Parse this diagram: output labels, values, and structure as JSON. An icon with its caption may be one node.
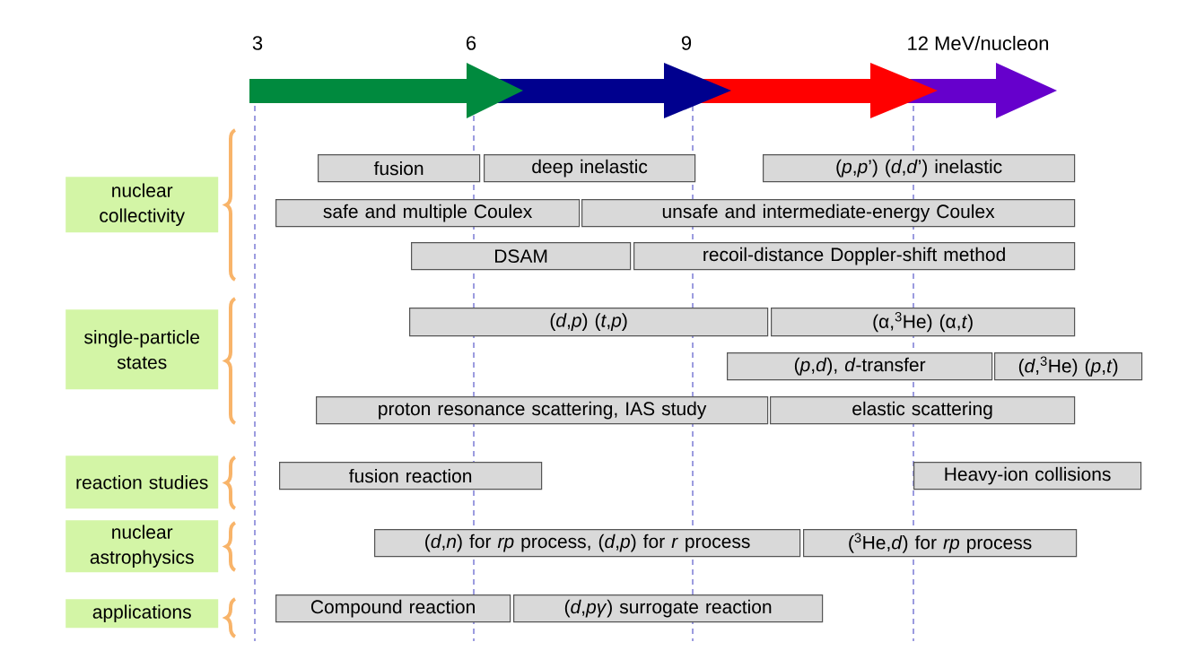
{
  "diagram": {
    "nodes": [
      {
        "text": [
          "nuclear collectivity"
        ]
      },
      {
        "text": [
          "fusion"
        ]
      },
      {
        "text": [
          "deep inelastic"
        ]
      },
      {
        "text": [
          "(*p*,*p*’) (*d*,*d*’) inelastic"
        ]
      },
      {
        "text": [
          "safe and multiple Coulex"
        ]
      },
      {
        "text": [
          "unsafe and intermediate-energy Coulex"
        ]
      },
      {
        "text": [
          "DSAM"
        ]
      },
      {
        "text": [
          "recoil-distance Doppler-shift method"
        ]
      },
      {
        "text": [
          "single-particle states"
        ]
      },
      {
        "text": [
          "(*d*,*p*) (*t*,*p*)"
        ]
      },
      {
        "text": [
          "(α,$^{3}$He) (α,*t*)"
        ]
      },
      {
        "text": [
          "(*p*,*d*), *d*-transfer"
        ]
      },
      {
        "text": [
          "(*d*,$^{3}$He) (*p*,*t*)"
        ]
      },
      {
        "text": [
          "proton resonance scattering, IAS study"
        ]
      },
      {
        "text": [
          "elastic scattering"
        ]
      },
      {
        "text": [
          "reaction studies"
        ]
      },
      {
        "text": [
          "fusion reaction"
        ]
      },
      {
        "text": [
          "Heavy-ion collisions"
        ]
      },
      {
        "text": [
          "nuclear astrophysics"
        ]
      },
      {
        "text": [
          "(*d*,*n*) for *rp* process, (*d*,*p*) for *r* process"
        ]
      },
      {
        "text": [
          "($^{3}$He,*d*) for *rp* process"
        ]
      },
      {
        "text": [
          "applications"
        ]
      },
      {
        "text": [
          "Compound reaction"
        ]
      },
      {
        "text": [
          "(*d*,*pγ*) surrogate reaction"
        ]
      }
    ],
    "labels": [
      "3",
      "6",
      "9",
      "12 MeV/nucleon"
    ]
  }
}
